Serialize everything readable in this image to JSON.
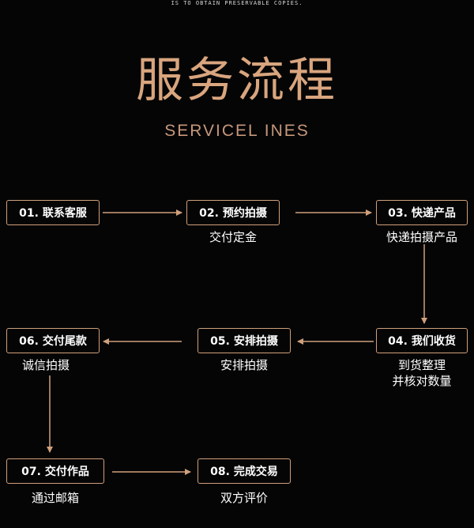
{
  "header": {
    "caption": "IS TO OBTAIN PRESERVABLE COPIES.",
    "title": "服务流程",
    "subtitle": "SERVICEL INES"
  },
  "steps": [
    {
      "label": "01. 联系客服",
      "note": ""
    },
    {
      "label": "02. 预约拍摄",
      "note": "交付定金"
    },
    {
      "label": "03. 快递产品",
      "note": "快递拍摄产品"
    },
    {
      "label": "04. 我们收货",
      "note_line1": "到货整理",
      "note_line2": "并核对数量"
    },
    {
      "label": "05. 安排拍摄",
      "note": "安排拍摄"
    },
    {
      "label": "06. 交付尾款",
      "note": "诚信拍摄"
    },
    {
      "label": "07. 交付作品",
      "note": "通过邮箱"
    },
    {
      "label": "08. 完成交易",
      "note": "双方评价"
    }
  ],
  "colors": {
    "accent": "#cfa07b",
    "background": "#050506",
    "text": "#ffffff"
  }
}
